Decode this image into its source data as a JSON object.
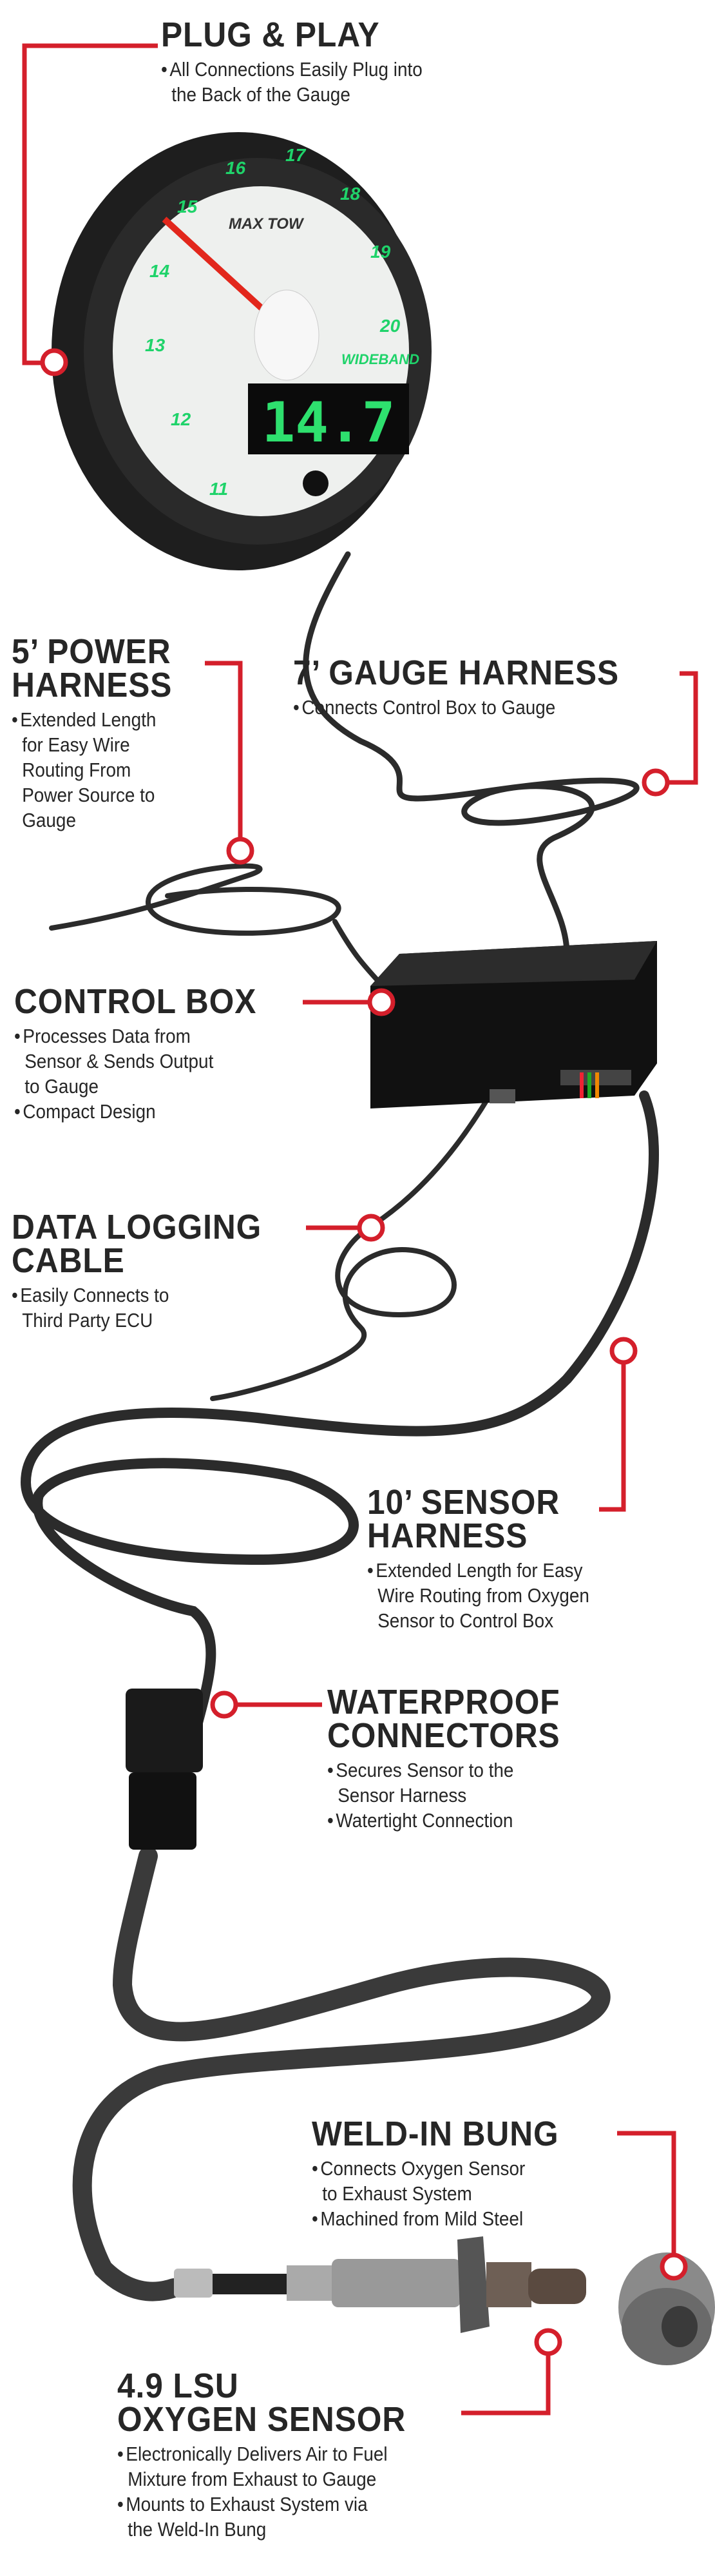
{
  "colors": {
    "accent_red": "#d41f2b",
    "text": "#262626",
    "gauge_green": "#1fd36a",
    "cable": "#2b2b2b"
  },
  "gauge": {
    "display_value": "14.7",
    "brand": "MAX TOW",
    "dial_label": "WIDEBAND",
    "scale": [
      "11",
      "12",
      "13",
      "14",
      "15",
      "16",
      "17",
      "18",
      "19",
      "20"
    ]
  },
  "callouts": {
    "plug_play": {
      "title": "PLUG & PLAY",
      "bullets": [
        "All Connections Easily Plug into\nthe Back of the Gauge"
      ]
    },
    "power_harness": {
      "title": "5’ POWER\nHARNESS",
      "bullets": [
        "Extended Length\nfor Easy Wire\nRouting From\nPower Source to\nGauge"
      ]
    },
    "gauge_harness": {
      "title": "7’ GAUGE HARNESS",
      "bullets": [
        "Connects Control Box to Gauge"
      ]
    },
    "control_box": {
      "title": "CONTROL BOX",
      "bullets": [
        "Processes Data from\nSensor & Sends Output\nto Gauge",
        "Compact Design"
      ]
    },
    "data_logging": {
      "title": "DATA LOGGING\nCABLE",
      "bullets": [
        "Easily Connects to\nThird Party ECU"
      ]
    },
    "sensor_harness": {
      "title": "10’ SENSOR\nHARNESS",
      "bullets": [
        "Extended Length for Easy\nWire Routing from Oxygen\nSensor to Control Box"
      ]
    },
    "waterproof": {
      "title": "WATERPROOF\nCONNECTORS",
      "bullets": [
        "Secures Sensor to the\nSensor Harness",
        "Watertight Connection"
      ]
    },
    "weld_bung": {
      "title": "WELD-IN BUNG",
      "bullets": [
        "Connects Oxygen Sensor\nto Exhaust System",
        "Machined from Mild Steel"
      ]
    },
    "o2_sensor": {
      "title": "4.9 LSU\nOXYGEN SENSOR",
      "bullets": [
        "Electronically Delivers Air to Fuel\nMixture from Exhaust to Gauge",
        "Mounts to Exhaust System via\nthe Weld-In Bung"
      ]
    }
  }
}
